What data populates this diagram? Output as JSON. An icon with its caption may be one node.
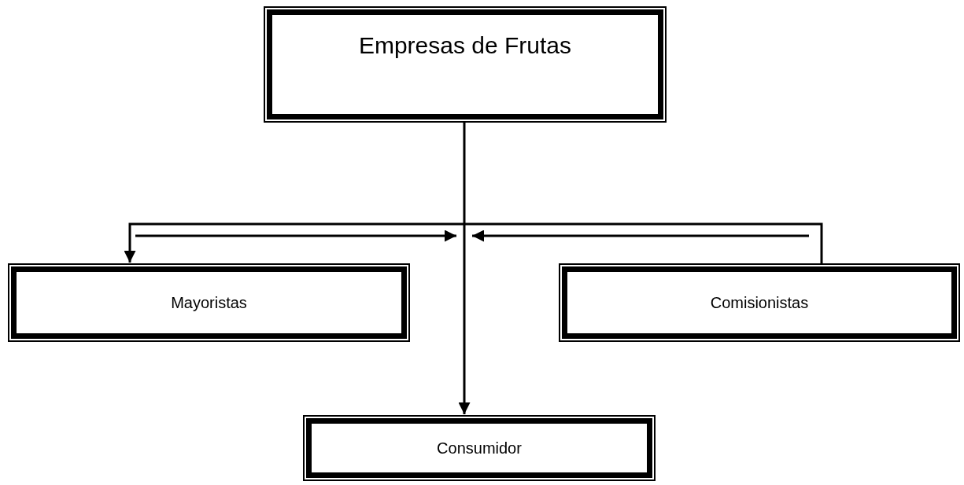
{
  "diagram": {
    "nodes": [
      {
        "text": [
          "Empresas de Frutas"
        ]
      },
      {
        "text": [
          "Mayoristas"
        ]
      },
      {
        "text": [
          "Comisionistas"
        ]
      },
      {
        "text": [
          "Consumidor"
        ]
      }
    ],
    "edges": [
      {
        "from": 0,
        "to": 3,
        "arrow": "to"
      },
      {
        "from": 2,
        "to": 1,
        "arrow": "to"
      }
    ]
  }
}
